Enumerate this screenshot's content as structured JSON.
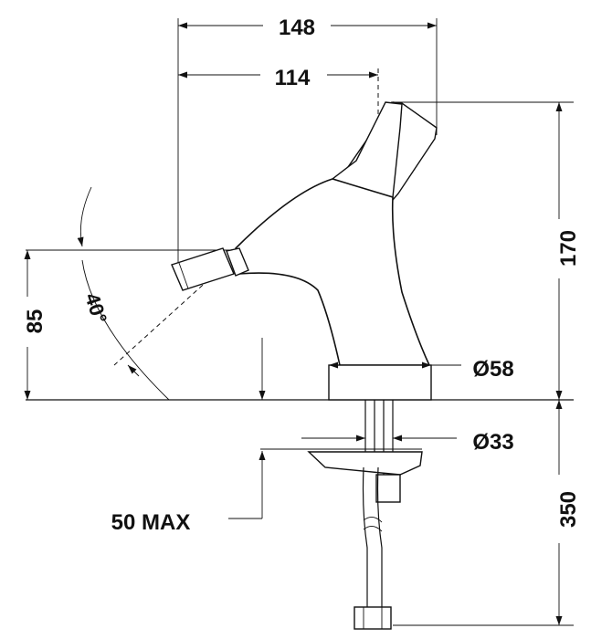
{
  "dimensions": {
    "overall_width": "148",
    "spout_reach": "114",
    "height": "170",
    "aerator_height": "85",
    "angle": "40°",
    "base_diameter": "Ø58",
    "hole_diameter": "Ø33",
    "deck_thickness": "50 MAX",
    "hose_length": "350"
  },
  "colors": {
    "ink": "#111111",
    "background": "#ffffff"
  }
}
